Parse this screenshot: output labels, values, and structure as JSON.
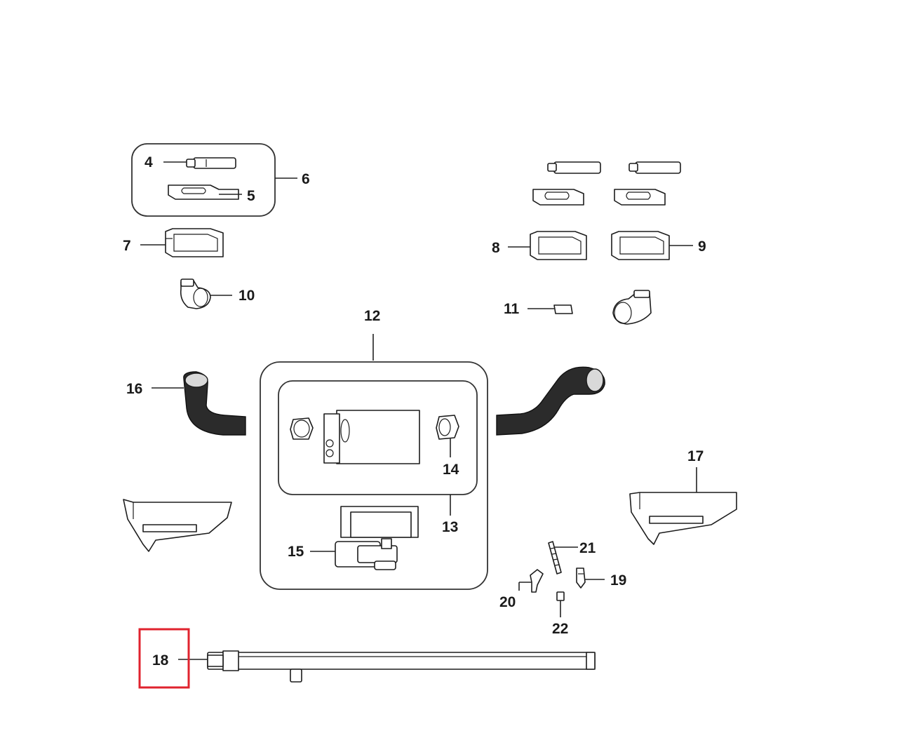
{
  "diagram": {
    "colors": {
      "line": "#1a1a1a",
      "highlight": "#e0232e",
      "background": "#ffffff"
    },
    "callouts": [
      {
        "id": "c4",
        "label": "4"
      },
      {
        "id": "c5",
        "label": "5"
      },
      {
        "id": "c6",
        "label": "6"
      },
      {
        "id": "c7",
        "label": "7"
      },
      {
        "id": "c8",
        "label": "8"
      },
      {
        "id": "c9",
        "label": "9"
      },
      {
        "id": "c10",
        "label": "10"
      },
      {
        "id": "c11",
        "label": "11"
      },
      {
        "id": "c12",
        "label": "12"
      },
      {
        "id": "c13",
        "label": "13"
      },
      {
        "id": "c14",
        "label": "14"
      },
      {
        "id": "c15",
        "label": "15"
      },
      {
        "id": "c16",
        "label": "16"
      },
      {
        "id": "c17",
        "label": "17"
      },
      {
        "id": "c18",
        "label": "18"
      },
      {
        "id": "c19",
        "label": "19"
      },
      {
        "id": "c20",
        "label": "20"
      },
      {
        "id": "c21",
        "label": "21"
      },
      {
        "id": "c22",
        "label": "22"
      }
    ],
    "highlighted_callout": "18"
  }
}
